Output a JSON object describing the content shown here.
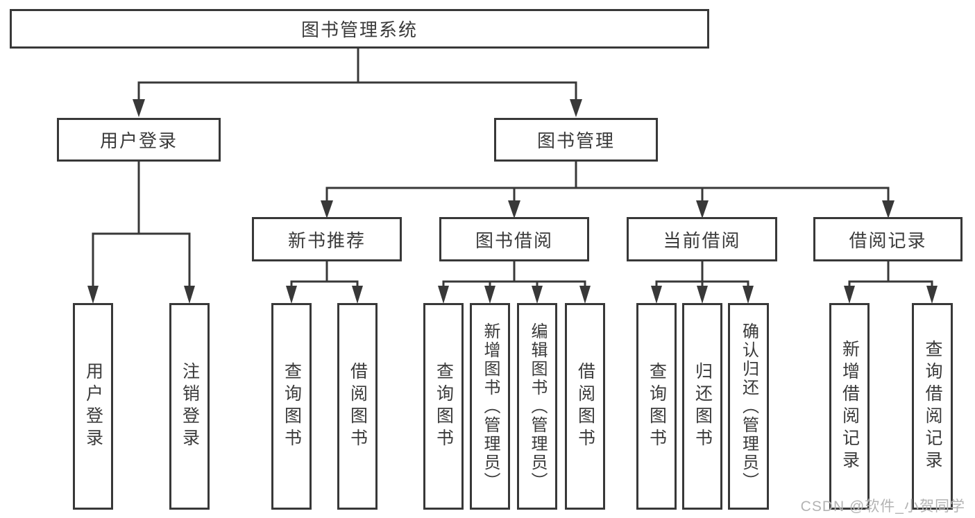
{
  "tree": {
    "label": "图书管理系统",
    "children": [
      {
        "label": "用户登录",
        "children": [
          {
            "label": "用户登录"
          },
          {
            "label": "注销登录"
          }
        ]
      },
      {
        "label": "图书管理",
        "children": [
          {
            "label": "新书推荐",
            "children": [
              {
                "label": "查询图书"
              },
              {
                "label": "借阅图书"
              }
            ]
          },
          {
            "label": "图书借阅",
            "children": [
              {
                "label": "查询图书"
              },
              {
                "label": "新增图书（管理员）"
              },
              {
                "label": "编辑图书（管理员）"
              },
              {
                "label": "借阅图书"
              }
            ]
          },
          {
            "label": "当前借阅",
            "children": [
              {
                "label": "查询图书"
              },
              {
                "label": "归还图书"
              },
              {
                "label": "确认归还（管理员）"
              }
            ]
          },
          {
            "label": "借阅记录",
            "children": [
              {
                "label": "新增借阅记录"
              },
              {
                "label": "查询借阅记录"
              }
            ]
          }
        ]
      }
    ]
  },
  "watermark": {
    "text": "CSDN @软件_小贺同学"
  },
  "colors": {
    "line": "#383838",
    "box_border": "#383838",
    "box_fill": "#ffffff",
    "text": "#3a3a3a",
    "watermark": "#b3b3b3",
    "background": "#ffffff"
  }
}
